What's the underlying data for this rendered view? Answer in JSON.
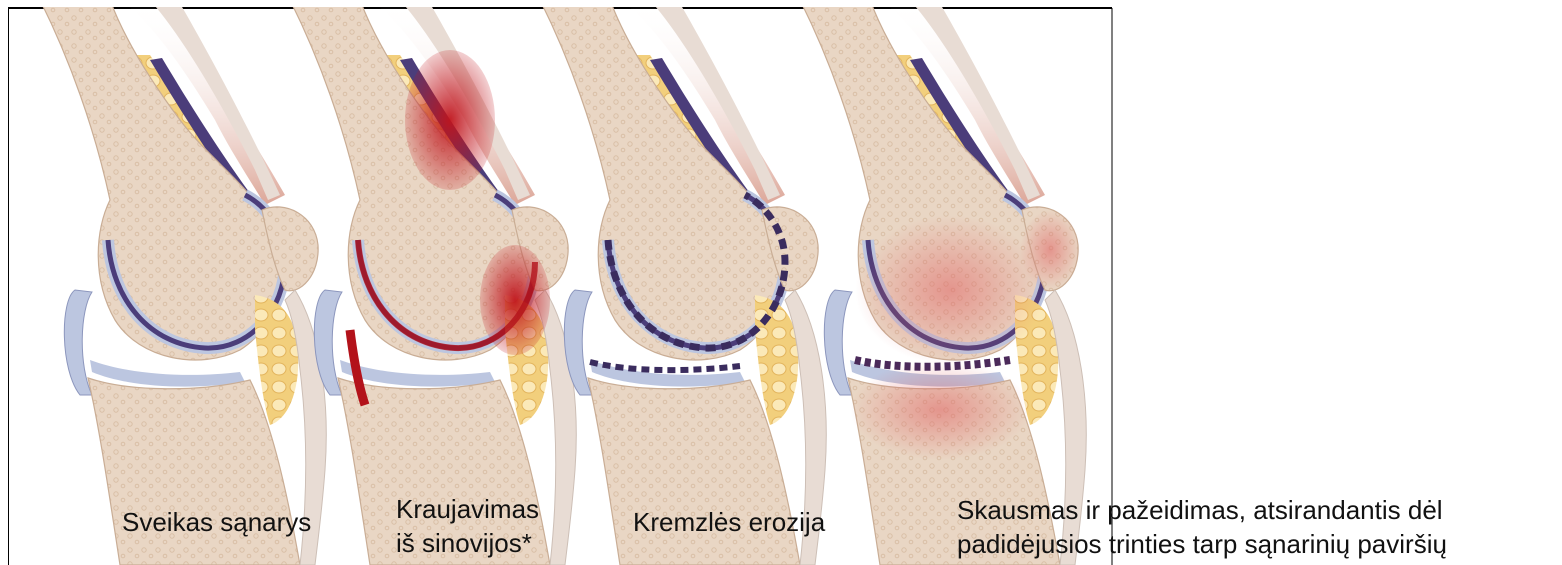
{
  "panels": [
    {
      "caption": "Sveikas sąnarys",
      "state": "healthy"
    },
    {
      "caption": "Kraujavimas\niš sinovijos*",
      "state": "bleeding"
    },
    {
      "caption": "Kremzlės erozija",
      "state": "erosion"
    },
    {
      "caption": "Skausmas ir pažeidimas, atsirandantis dėl\npadidėjusios trinties tarp sąnarinių paviršių",
      "state": "damage"
    }
  ],
  "colors": {
    "bone": "#e9d6c4",
    "bone_texture": "#dcc3ac",
    "cartilage": "#bcc6e0",
    "synovial_fluid": "#4b3d7a",
    "fat": "#f6df9a",
    "muscle": "#d89c8c",
    "tendon": "#e8dcd4",
    "blood": "#b3121a",
    "inflammation": "#e06060"
  }
}
